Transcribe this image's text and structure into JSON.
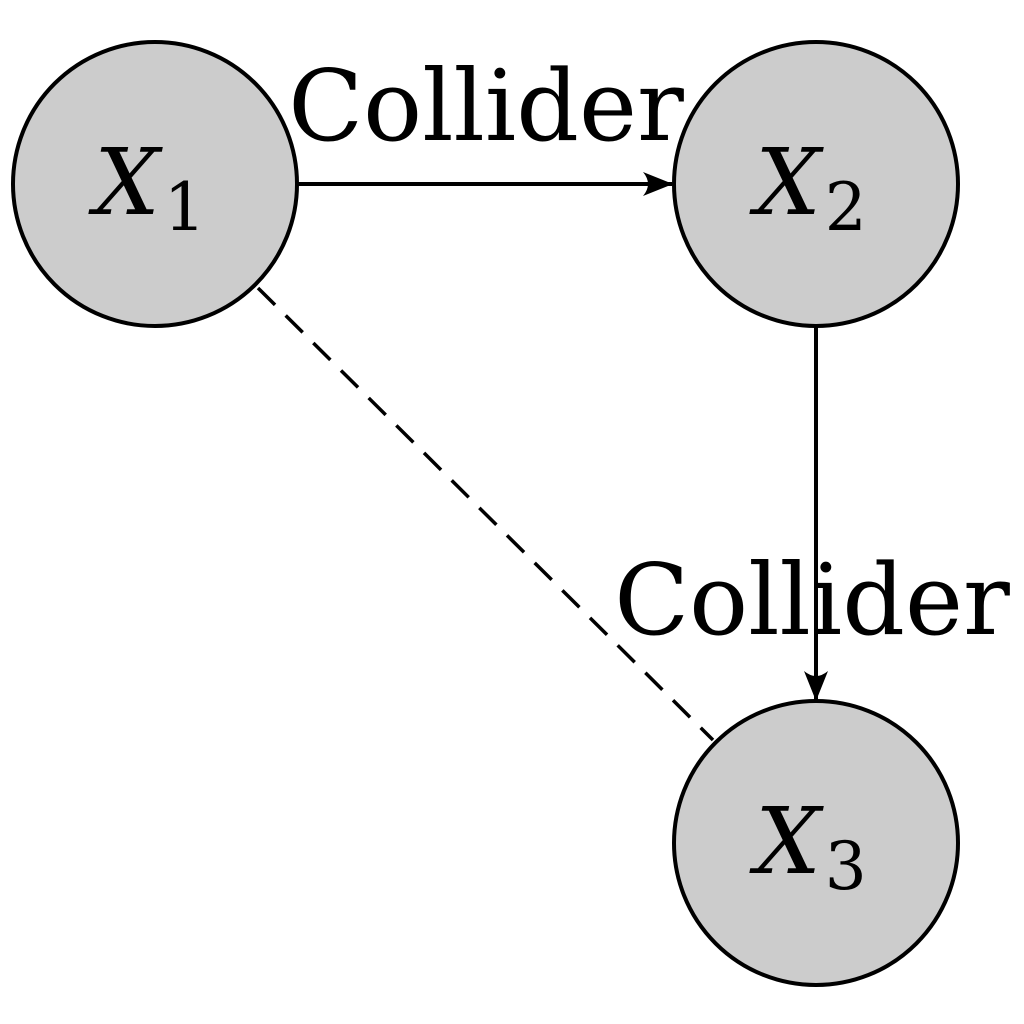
{
  "colors": {
    "node_fill": "#cccccc",
    "stroke": "#000000",
    "background": "#ffffff"
  },
  "nodes": [
    {
      "id": "x1",
      "var": "X",
      "sub": "1"
    },
    {
      "id": "x2",
      "var": "X",
      "sub": "2"
    },
    {
      "id": "x3",
      "var": "X",
      "sub": "3"
    }
  ],
  "edges": [
    {
      "from": "x1",
      "to": "x2",
      "style": "solid",
      "arrow": true,
      "label": "Collider"
    },
    {
      "from": "x2",
      "to": "x3",
      "style": "solid",
      "arrow": true,
      "label": "Collider"
    },
    {
      "from": "x1",
      "to": "x3",
      "style": "dashed",
      "arrow": false,
      "label": ""
    }
  ]
}
